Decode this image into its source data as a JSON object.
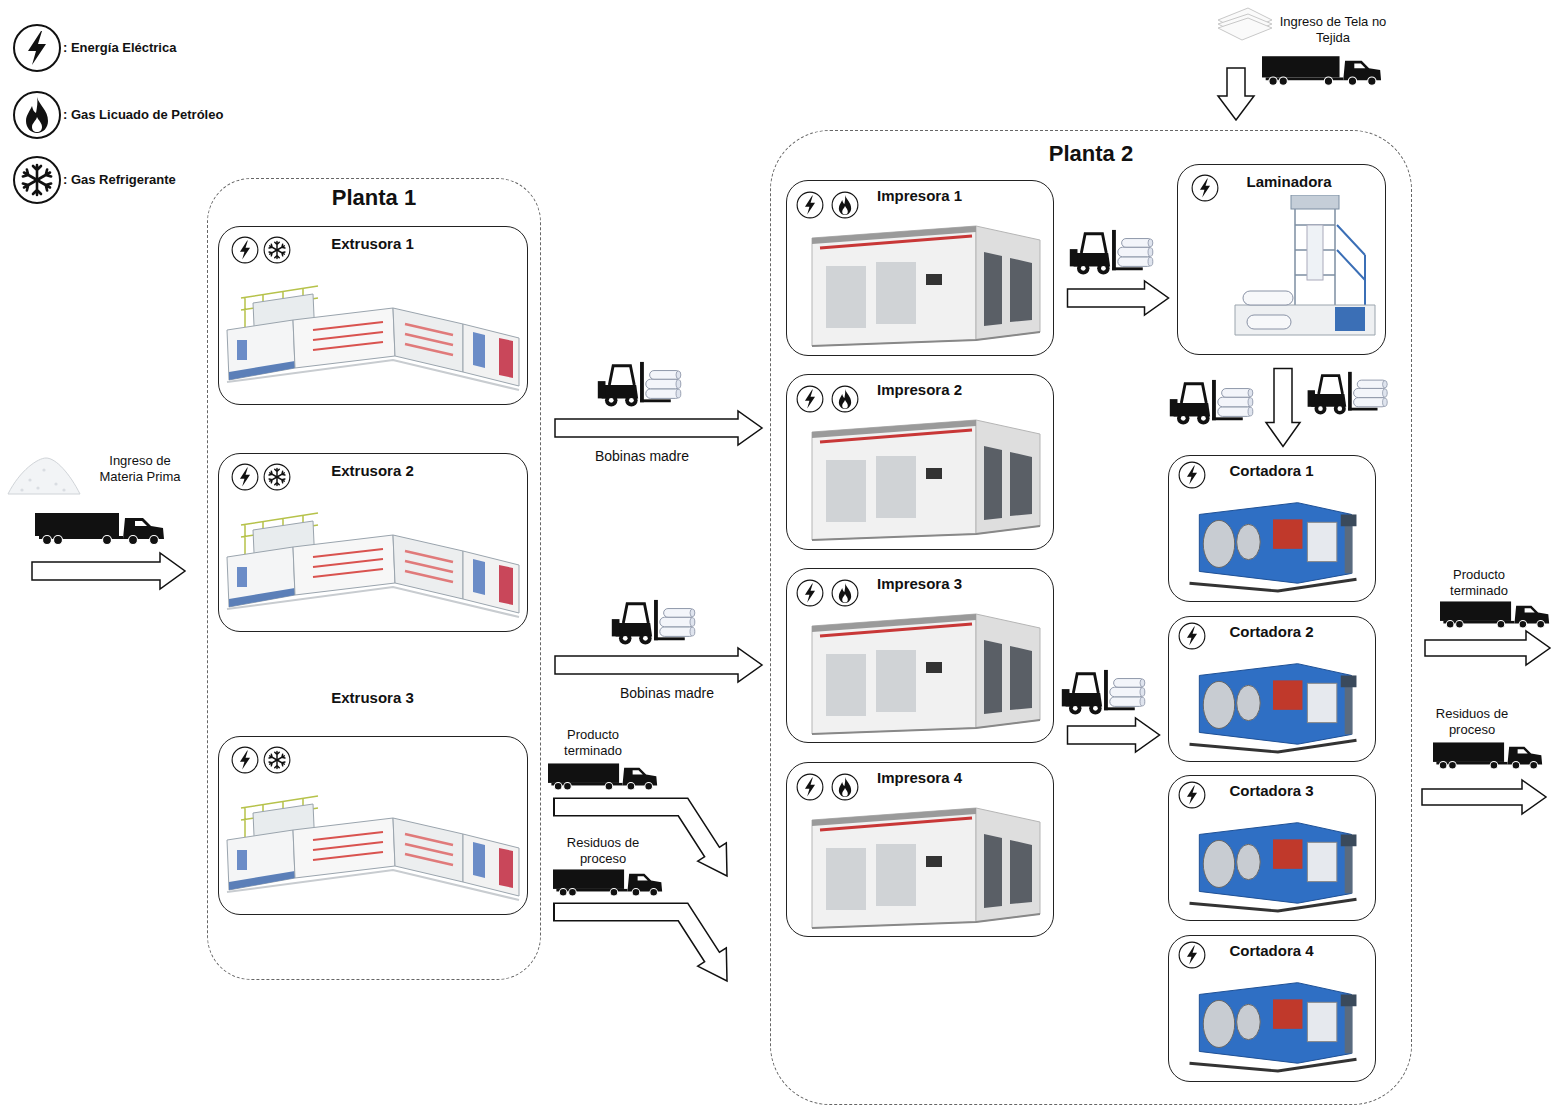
{
  "diagram": {
    "nodes": [
      {
        "text": [
          "Planta 1"
        ]
      },
      {
        "text": [
          "Extrusora 1"
        ],
        "in": 0
      },
      {
        "text": [
          "Extrusora 2"
        ],
        "in": 0
      },
      {
        "text": [
          "Extrusora 3"
        ],
        "in": 0
      },
      {
        "text": [
          "Planta 2"
        ]
      },
      {
        "text": [
          "Impresora 1"
        ],
        "in": 4
      },
      {
        "text": [
          "Impresora 2"
        ],
        "in": 4
      },
      {
        "text": [
          "Impresora 3"
        ],
        "in": 4
      },
      {
        "text": [
          "Impresora 4"
        ],
        "in": 4
      },
      {
        "text": [
          "Laminadora"
        ],
        "in": 4
      },
      {
        "text": [
          "Cortadora 1"
        ],
        "in": 4
      },
      {
        "text": [
          "Cortadora 2"
        ],
        "in": 4
      },
      {
        "text": [
          "Cortadora 3"
        ],
        "in": 4
      },
      {
        "text": [
          "Cortadora 4"
        ],
        "in": 4
      }
    ],
    "edges": [
      {
        "from": 0,
        "to": 4,
        "label": "Bobinas madre",
        "arrow": "to"
      },
      {
        "from": 0,
        "to": 4,
        "label": "Bobinas madre",
        "arrow": "to"
      },
      {
        "from": 5,
        "to": 9,
        "arrow": "to"
      },
      {
        "from": 9,
        "to": 10,
        "arrow": "to"
      },
      {
        "from": 7,
        "to": 11,
        "arrow": "to"
      }
    ],
    "labels": [
      "Ingreso de Materia Prima",
      "Ingreso de Tela no Tejida",
      "Producto terminado",
      "Residuos de proceso",
      "Producto terminado",
      "Residuos de proceso"
    ],
    "legend": [
      {
        "text": ": Energía Eléctrica"
      },
      {
        "text": ": Gas Licuado de Petróleo"
      },
      {
        "text": ": Gas Refrigerante"
      }
    ]
  }
}
